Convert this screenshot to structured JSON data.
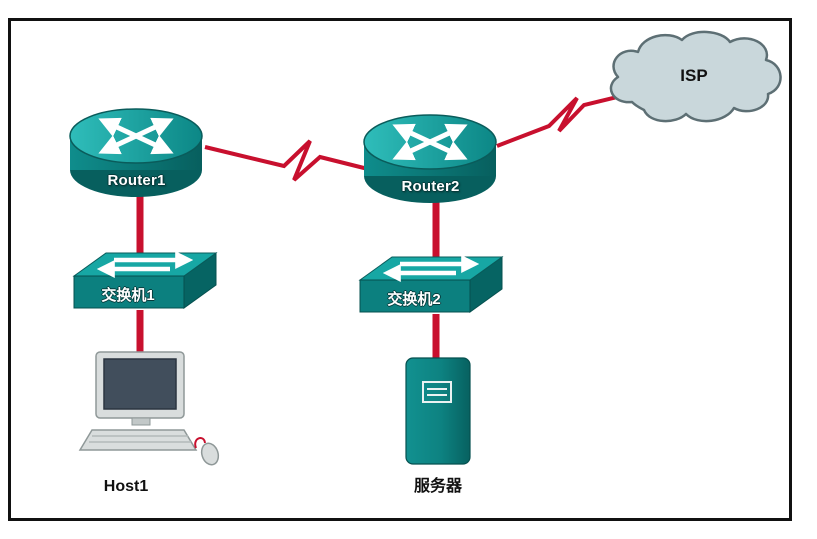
{
  "diagram": {
    "type": "network-topology",
    "nodes": {
      "router1": {
        "label": "Router1",
        "device": "router"
      },
      "router2": {
        "label": "Router2",
        "device": "router"
      },
      "isp": {
        "label": "ISP",
        "device": "cloud"
      },
      "switch1": {
        "label": "交换机1",
        "device": "switch"
      },
      "switch2": {
        "label": "交换机2",
        "device": "switch"
      },
      "host1": {
        "label": "Host1",
        "device": "pc"
      },
      "server": {
        "label": "服务器",
        "device": "server"
      }
    },
    "links": [
      {
        "from": "router1",
        "to": "router2",
        "kind": "serial-lightning"
      },
      {
        "from": "router2",
        "to": "isp",
        "kind": "serial-lightning"
      },
      {
        "from": "router1",
        "to": "switch1",
        "kind": "straight"
      },
      {
        "from": "switch1",
        "to": "host1",
        "kind": "straight"
      },
      {
        "from": "router2",
        "to": "switch2",
        "kind": "straight"
      },
      {
        "from": "switch2",
        "to": "server",
        "kind": "straight"
      }
    ],
    "colors": {
      "device_teal": "#0d8281",
      "device_teal_dark": "#076160",
      "link_red": "#c8102e",
      "cloud_fill": "#c9d7db",
      "cloud_outline": "#5d6f74",
      "frame_border": "#111111",
      "background": "#ffffff"
    }
  }
}
